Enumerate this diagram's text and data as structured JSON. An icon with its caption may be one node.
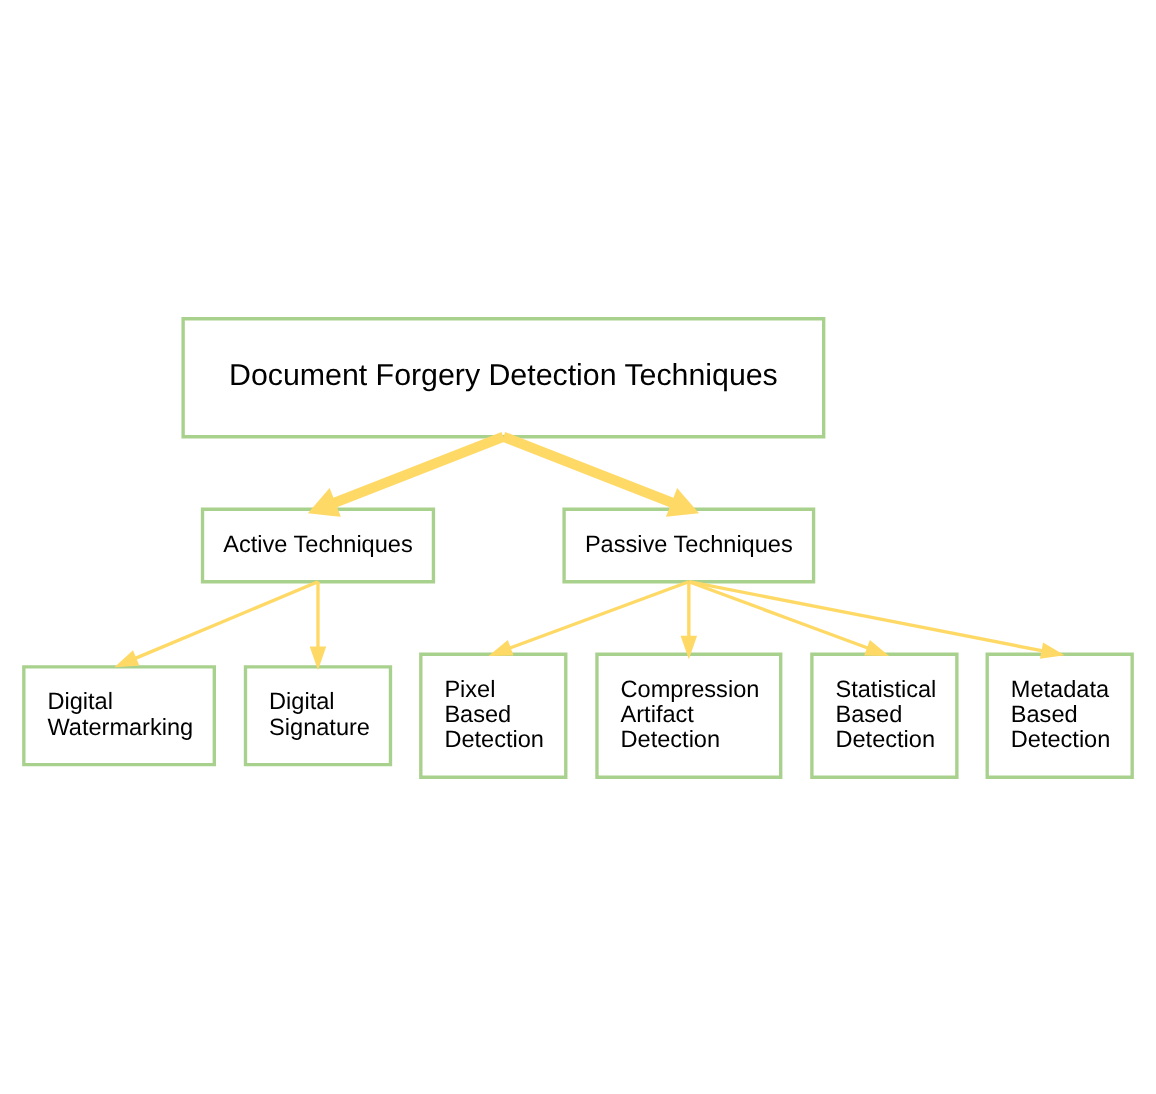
{
  "diagram": {
    "nodes": [
      {
        "text": [
          "Document Forgery Detection Techniques"
        ]
      },
      {
        "text": [
          "Active Techniques"
        ]
      },
      {
        "text": [
          "Passive Techniques"
        ]
      },
      {
        "text": [
          "Digital Watermarking"
        ]
      },
      {
        "text": [
          "Digital Signature"
        ]
      },
      {
        "text": [
          "Pixel Based Detection"
        ]
      },
      {
        "text": [
          "Compression Artifact Detection"
        ]
      },
      {
        "text": [
          "Statistical Based Detection"
        ]
      },
      {
        "text": [
          "Metadata Based Detection"
        ]
      }
    ],
    "edges": [
      {
        "from": 0,
        "to": 1,
        "arrow": "to",
        "style": "thick"
      },
      {
        "from": 0,
        "to": 2,
        "arrow": "to",
        "style": "thick"
      },
      {
        "from": 1,
        "to": 3,
        "arrow": "to"
      },
      {
        "from": 1,
        "to": 4,
        "arrow": "to"
      },
      {
        "from": 2,
        "to": 5,
        "arrow": "to"
      },
      {
        "from": 2,
        "to": 6,
        "arrow": "to"
      },
      {
        "from": 2,
        "to": 7,
        "arrow": "to"
      },
      {
        "from": 2,
        "to": 8,
        "arrow": "to"
      }
    ]
  }
}
